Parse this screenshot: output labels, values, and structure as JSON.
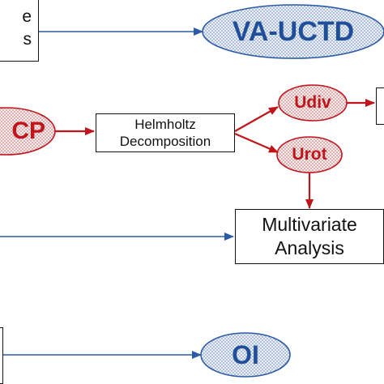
{
  "colors": {
    "blue_line": "#2b5aa6",
    "blue_text": "#1f4f9a",
    "red_line": "#c0151b",
    "red_text": "#c0151b",
    "hatch_blue": "#9fb3d6",
    "hatch_red": "#d8a0a2"
  },
  "boxes": {
    "top_left_line1": "e",
    "top_left_line2": "s",
    "helmholtz_line1": "Helmholtz",
    "helmholtz_line2": "Decomposition",
    "multivariate_line1": "Multivariate",
    "multivariate_line2": "Analysis"
  },
  "ovals": {
    "va_uctd": "VA-UCTD",
    "cp": "CP",
    "udiv": "Udiv",
    "urot": "Urot",
    "oi": "OI"
  }
}
